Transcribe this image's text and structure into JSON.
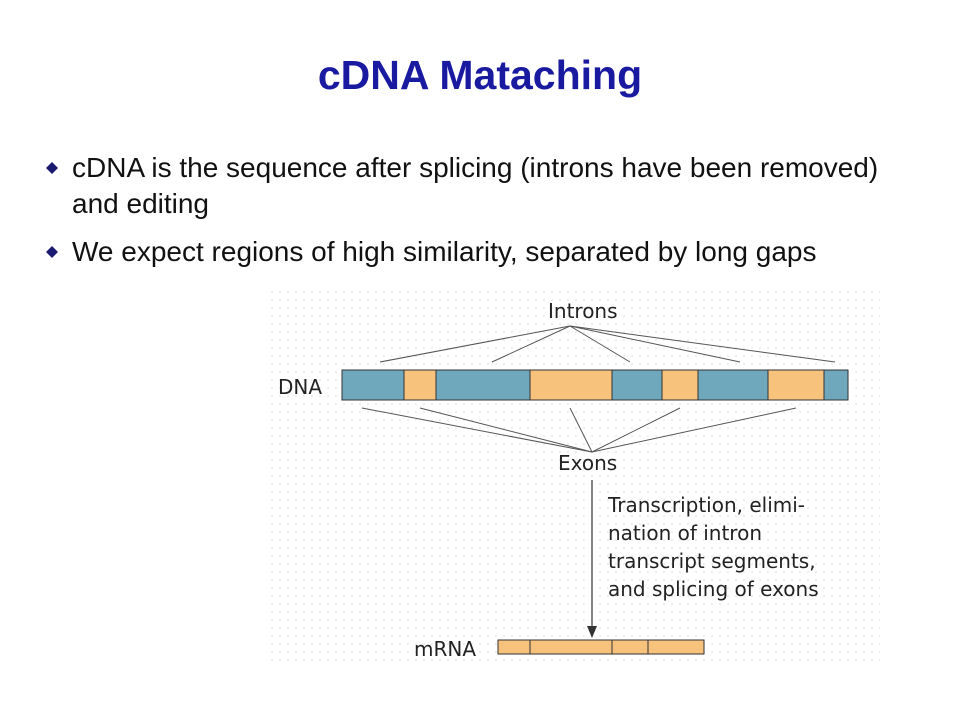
{
  "slide": {
    "title": "cDNA Mataching",
    "bullets": [
      "cDNA is the sequence after splicing (introns have been removed) and editing",
      "We expect regions of high similarity, separated by long gaps"
    ]
  },
  "figure": {
    "introns_label": "Introns",
    "dna_label": "DNA",
    "exons_label": "Exons",
    "process_lines": [
      "Transcription, elimi-",
      "nation of intron",
      "transcript segments,",
      "and splicing of exons"
    ],
    "mrna_label": "mRNA",
    "colors": {
      "exon": "#f7c27b",
      "intron": "#6fa8bd",
      "title": "#1a1aa0"
    }
  }
}
